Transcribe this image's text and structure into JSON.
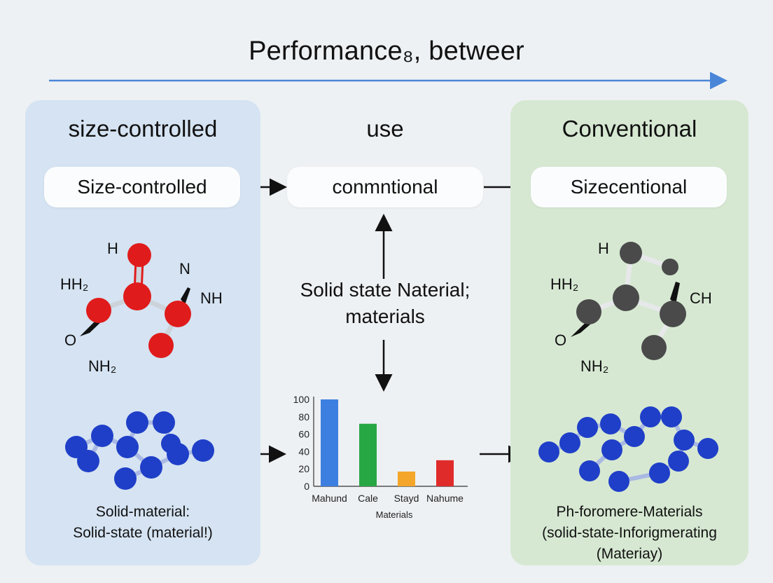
{
  "title": "Performance₈, betweer",
  "columns": {
    "left": {
      "heading": "size-controlled",
      "pill": "Size-controlled",
      "molecule_labels": {
        "h": "H",
        "hh2": "HH₂",
        "n": "N",
        "nh": "NH",
        "o": "O",
        "nh2": "NH₂"
      },
      "caption_line1": "Solid-material:",
      "caption_line2": "Solid-state (material!)"
    },
    "middle": {
      "heading": "use",
      "pill": "conmntional",
      "text_line1": "Solid state Naterial;",
      "text_line2": "materials"
    },
    "right": {
      "heading": "Conventional",
      "pill": "Sizecentional",
      "molecule_labels": {
        "h": "H",
        "hh2": "HH₂",
        "ch": "CH",
        "o": "O",
        "nh2": "NH₂"
      },
      "caption_line1": "Ph-foromere-Materials",
      "caption_line2": "(solid-state-Inforigmerating",
      "caption_line3": "(Materiay)"
    }
  },
  "colors": {
    "left_panel": "#d5e3f2",
    "right_panel": "#d6e8d2",
    "arrow_blue": "#4a86d8",
    "atom_red": "#e01b1b",
    "atom_blue": "#1f3fc8",
    "atom_gray": "#4a4a4a"
  },
  "chart_data": {
    "type": "bar",
    "categories": [
      "Mahund",
      "Cale",
      "Stayd",
      "Nahume"
    ],
    "values": [
      100,
      72,
      17,
      30
    ],
    "colors": [
      "#3d7fe0",
      "#28a745",
      "#f4a62a",
      "#e02b2b"
    ],
    "xlabel": "Materials",
    "ylabel": "",
    "ylim": [
      0,
      100
    ],
    "yticks": [
      0,
      20,
      40,
      60,
      80,
      100
    ]
  }
}
